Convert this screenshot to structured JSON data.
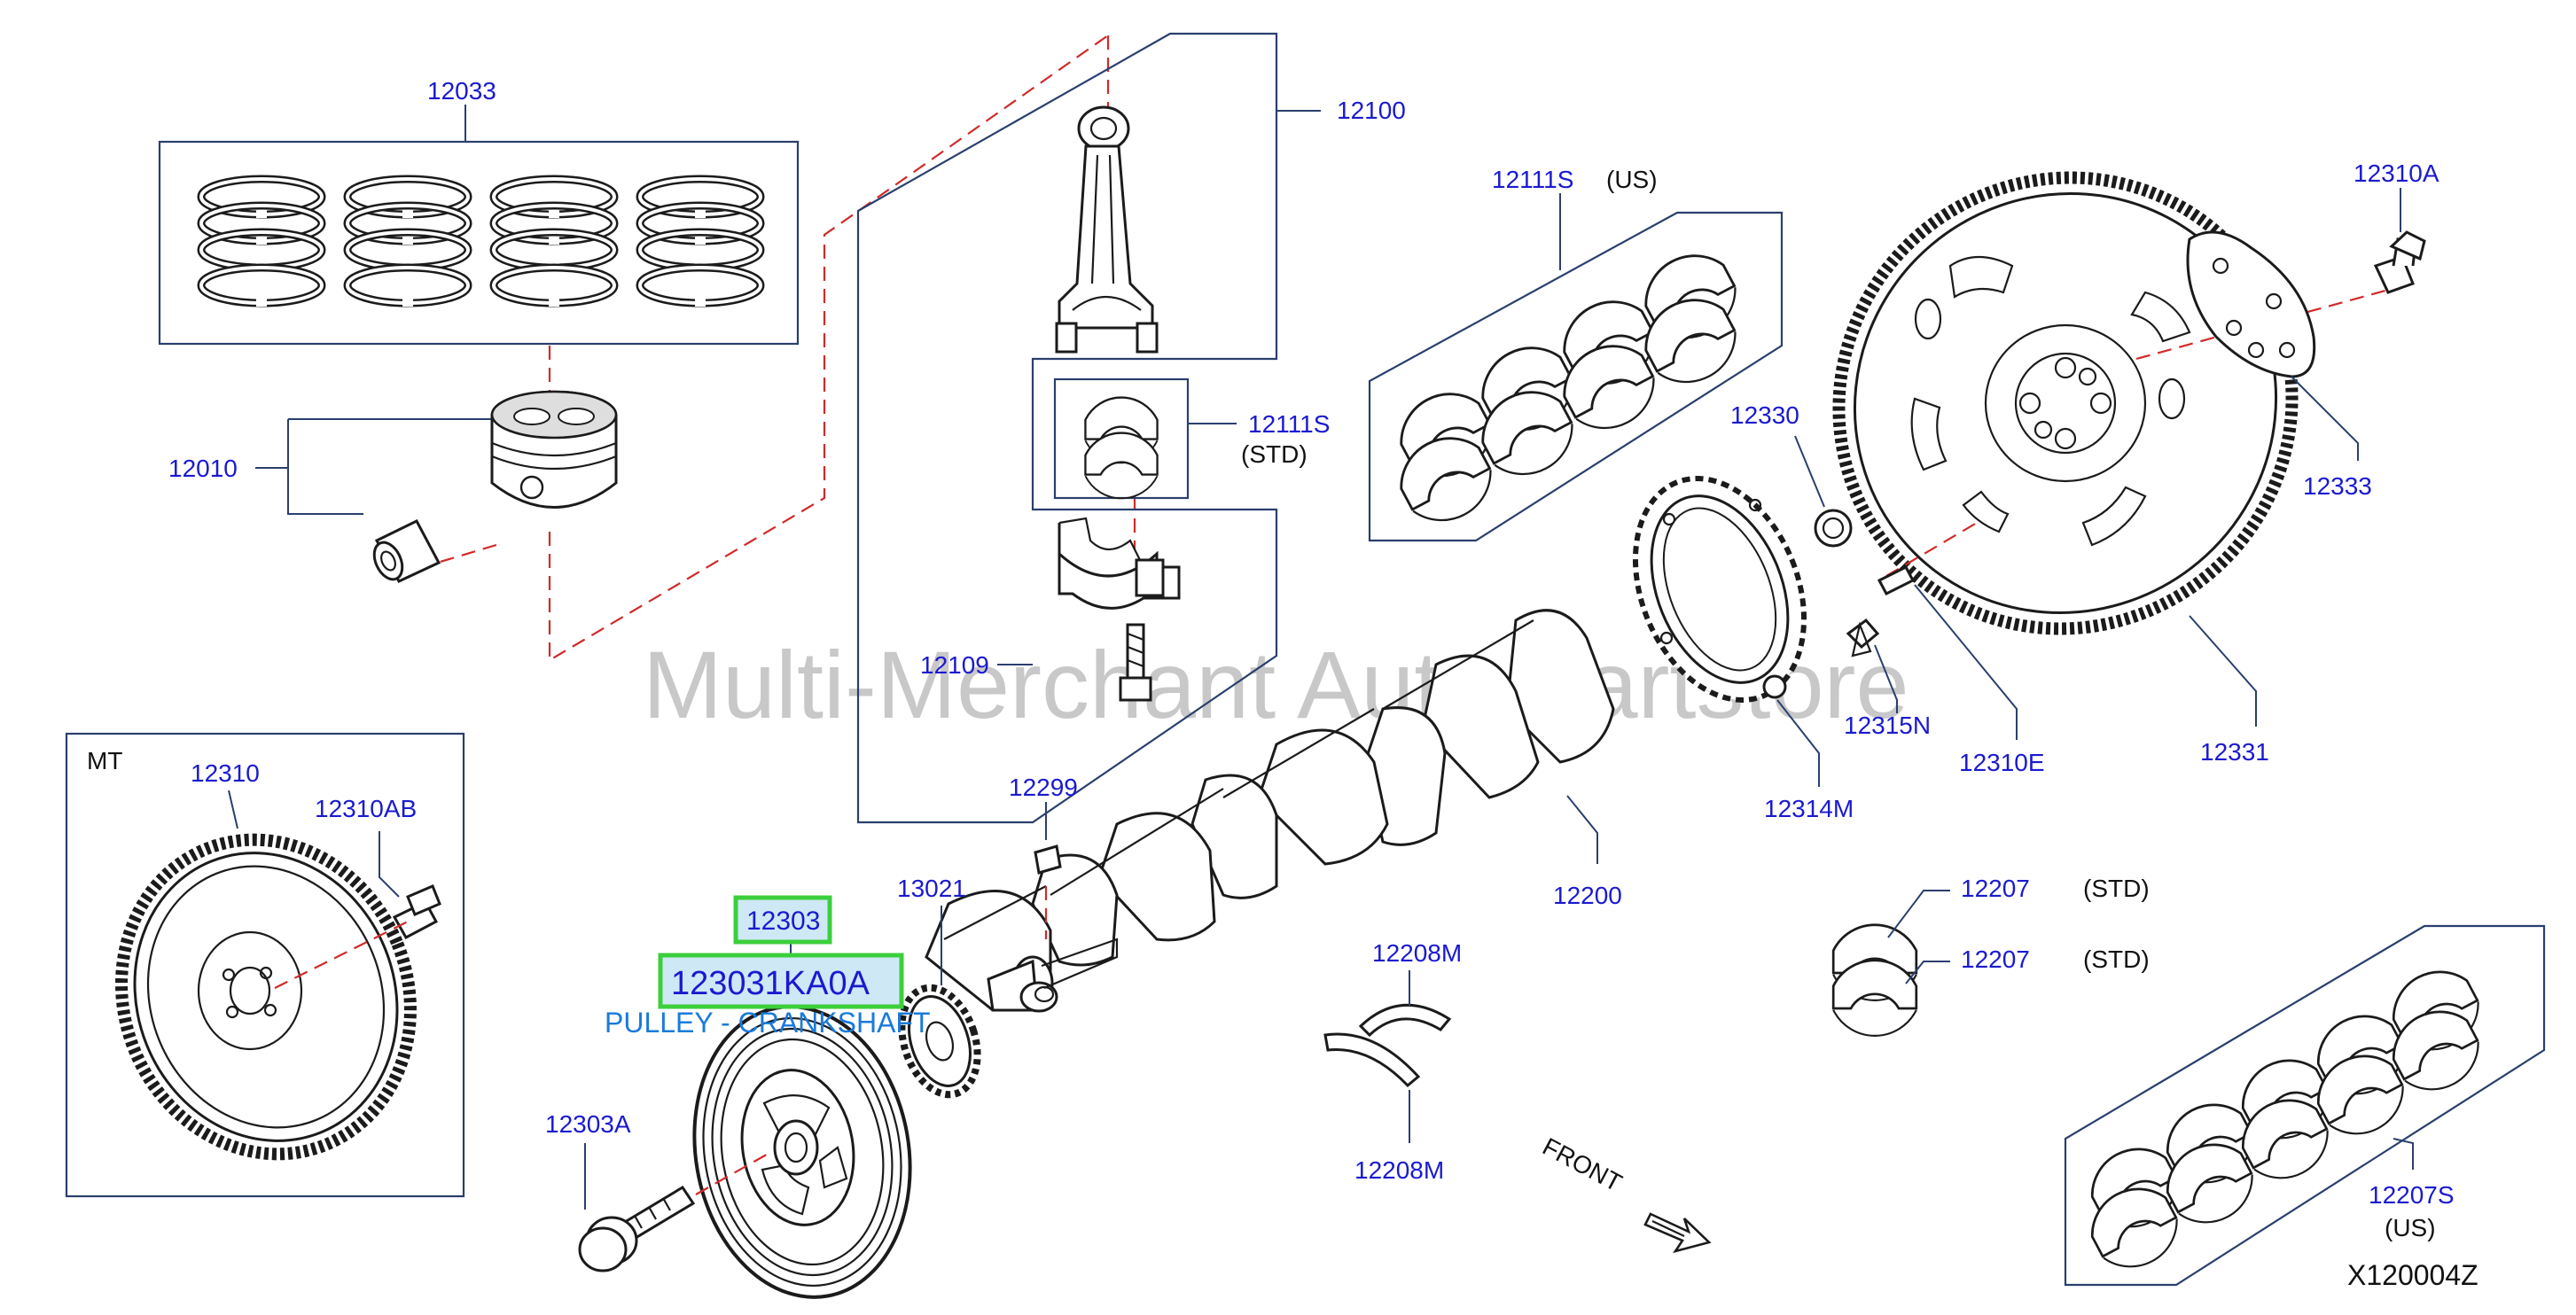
{
  "labels": {
    "piston_ring_set": "12033",
    "piston": "12010",
    "connecting_rod": "12100",
    "bearing_us_upper": "12111S",
    "bearing_us_upper_note": "(US)",
    "rod_bearing_std": "12111S",
    "rod_bearing_std_note": "(STD)",
    "rod_bolt": "12109",
    "flywheel_at": "12310A",
    "plate": "12333",
    "seal": "12330",
    "drive_plate": "12331",
    "dowel": "12310E",
    "bolt_flywheel": "12315N",
    "reluctor": "12314M",
    "crankshaft": "12200",
    "key": "12299",
    "sprocket": "13021",
    "thrust_upper": "12208M",
    "thrust_lower": "12208M",
    "main_bearing_1": "12207",
    "main_bearing_1_note": "(STD)",
    "main_bearing_2": "12207",
    "main_bearing_2_note": "(STD)",
    "main_bearing_set": "12207S",
    "main_bearing_set_note": "(US)",
    "mt_tag": "MT",
    "flywheel_mt": "12310",
    "flywheel_mt_bolt": "12310AB",
    "pulley_bolt": "12303A",
    "front": "FRONT",
    "drawing_code": "X120004Z"
  },
  "highlight": {
    "part_number": "12303",
    "oem_number": "123031KA0A",
    "part_name": "PULLEY - CRANKSHAFT",
    "fill_color": "#cfe8f6",
    "border_color": "#3ccf3c"
  },
  "watermark": "Multi-Merchant Auto Partstore",
  "colors": {
    "label_blue": "#1a1ad0",
    "leader_navy": "#2a3f6e",
    "centerline_red": "#d12a2a",
    "part_name_blue": "#1a7adb"
  }
}
